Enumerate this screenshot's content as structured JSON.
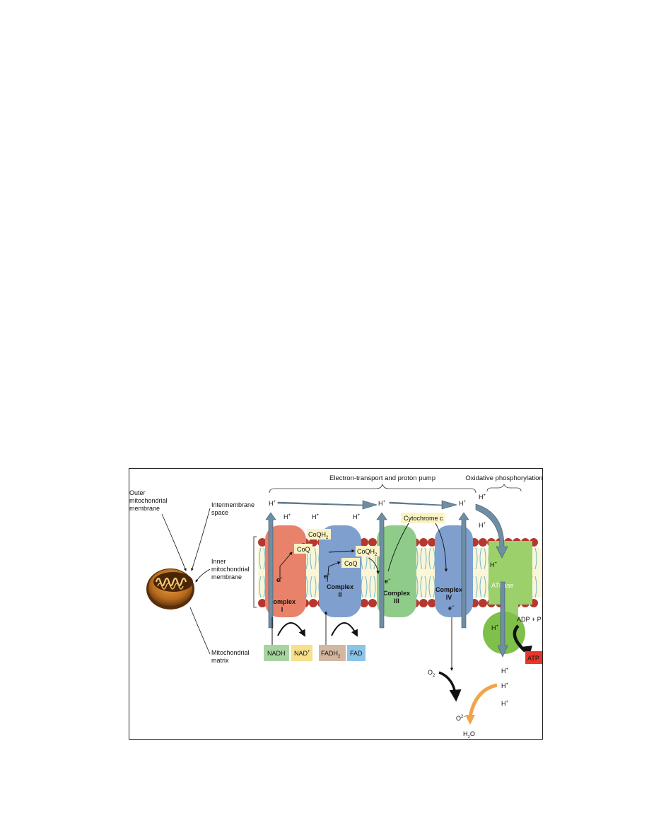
{
  "headers": {
    "electron_transport": "Electron-transport and proton pump",
    "oxidative": "Oxidative phosphorylation"
  },
  "left_labels": {
    "outer_1": "Outer",
    "outer_2": "mitochondrial",
    "outer_3": "membrane",
    "intermembrane_1": "Intermembrane",
    "intermembrane_2": "space",
    "inner_1": "Inner",
    "inner_2": "mitochondrial",
    "inner_3": "membrane",
    "matrix_1": "Mitochondrial",
    "matrix_2": "matrix"
  },
  "complexes": {
    "c1_a": "Complex",
    "c1_b": "I",
    "c2_a": "Complex",
    "c2_b": "II",
    "c3_a": "Complex",
    "c3_b": "III",
    "c4_a": "Complex",
    "c4_b": "IV",
    "atpase": "ATPase"
  },
  "carriers": {
    "coq_1": "CoQ",
    "coqh2_1": "CoQH",
    "coq_2": "CoQ",
    "coqh2_2": "CoQH",
    "sub2": "2",
    "cytochrome": "Cytochrome c"
  },
  "electrons": {
    "e": "e",
    "minus": "−"
  },
  "protons": {
    "h": "H",
    "plus": "+"
  },
  "substrates": {
    "nadh": "NADH",
    "nad": "NAD",
    "nad_sup": "+",
    "fadh": "FADH",
    "fadh_sub": "2",
    "fad": "FAD"
  },
  "products": {
    "o2": "O",
    "o2_sub": "2",
    "o2minus": "O",
    "o2minus_sup": "2−",
    "h2o_h": "H",
    "h2o_sub": "2",
    "h2o_o": "O",
    "adp": "ADP + P",
    "atp": "ATP"
  },
  "colors": {
    "complex1": "#e9826a",
    "complex2": "#7f9fcf",
    "complex3": "#8fcc8a",
    "complex4": "#7f9fcf",
    "atpase": "#9bd06a",
    "arrow": "#6f8ea3",
    "lipid_head": "#b5382f",
    "nadh_box": "#a7d3a0",
    "nad_box": "#f6e08c",
    "fadh_box": "#d3b7a1",
    "fad_box": "#8cc4e8",
    "atp_box": "#e8362b",
    "water_arrow": "#f0a54a",
    "carrier_box": "#fbf3c4"
  }
}
